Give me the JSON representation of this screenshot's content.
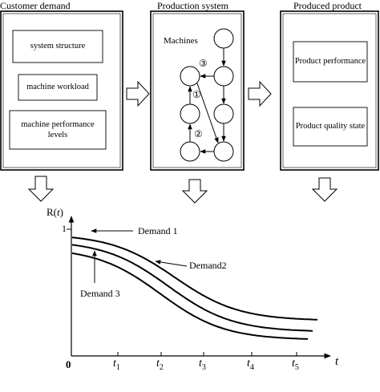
{
  "header": {
    "customer_demand": "Customer demand",
    "production_system": "Production system",
    "produced_product": "Produced product"
  },
  "customer_demand": {
    "items": [
      "system structure",
      "machine workload",
      "machine performance levels"
    ]
  },
  "production_system": {
    "label": "Machines",
    "markers": [
      "①",
      "②",
      "③"
    ]
  },
  "produced_product": {
    "items": [
      "Product performance",
      "Product quality state"
    ]
  },
  "chart_data": {
    "type": "line",
    "y_axis_label_main": "R(",
    "y_axis_label_var": "t",
    "y_axis_label_end": ")",
    "x_axis_label": "t",
    "origin_label": "0",
    "y_tick_label": "1",
    "x_ticks": [
      {
        "base": "t",
        "sub": "1"
      },
      {
        "base": "t",
        "sub": "2"
      },
      {
        "base": "t",
        "sub": "3"
      },
      {
        "base": "t",
        "sub": "4"
      },
      {
        "base": "t",
        "sub": "5"
      }
    ],
    "series": [
      {
        "name": "Demand 1"
      },
      {
        "name": "Demand2"
      },
      {
        "name": "Demand 3"
      }
    ]
  }
}
